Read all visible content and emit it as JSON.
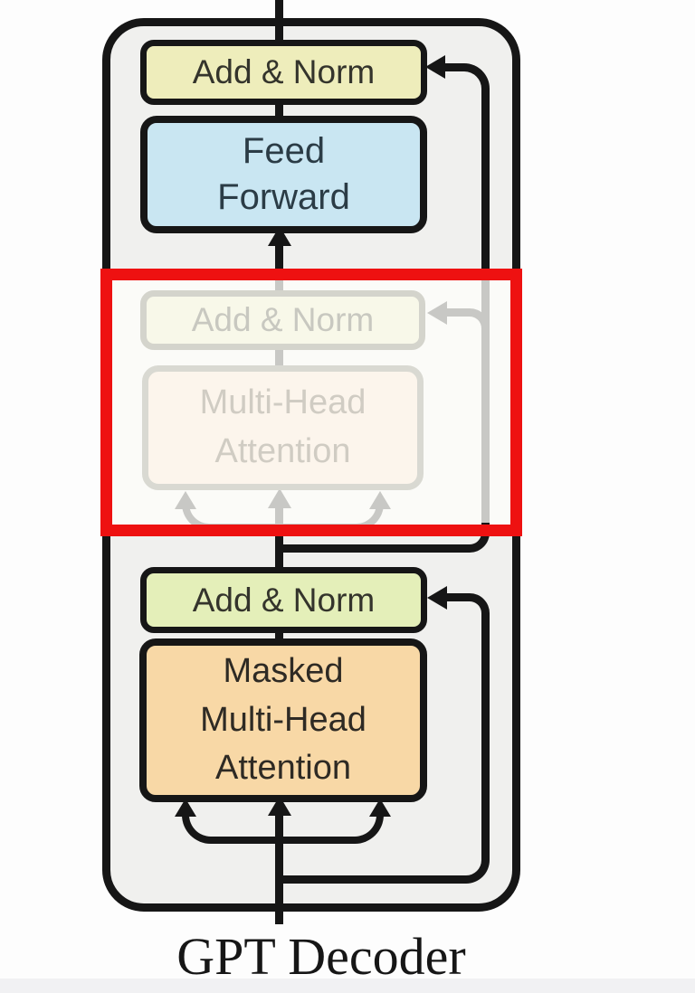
{
  "caption": "GPT Decoder",
  "colors": {
    "ink": "#161616",
    "faded": "#c8c8c5",
    "highlight-red": "#ee1111",
    "diagram-bg": "#f0f0ee",
    "add-norm-top-fill": "#eeedbb",
    "add-norm-bottom-fill": "#e4efb9",
    "feed-forward-fill": "#c9e6f2",
    "masked-attention-fill": "#f8d8a6",
    "faded-add-norm-fill": "#f8f8e9",
    "faded-attention-fill": "#fcf5ec"
  },
  "blocks": {
    "add_norm_top": "Add & Norm",
    "feed_forward": "Feed\nForward",
    "add_norm_faded": "Add & Norm",
    "multi_head_attention_faded": "Multi-Head\nAttention",
    "add_norm_bottom": "Add & Norm",
    "masked_multi_head_attention": "Masked\nMulti-Head\nAttention"
  }
}
